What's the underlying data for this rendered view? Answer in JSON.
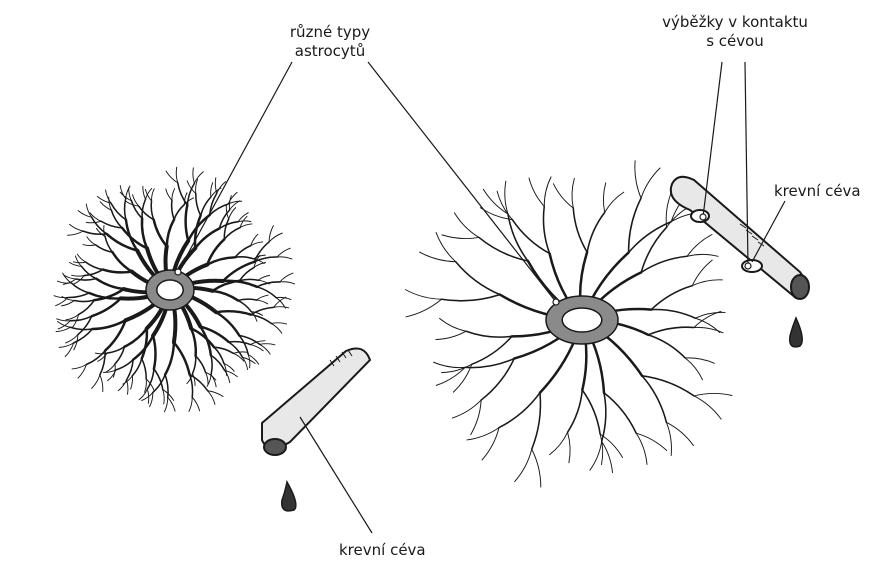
{
  "labels": {
    "astrocyte_types": [
      "různé typy",
      "astrocytů"
    ],
    "endfeet_contact": [
      "výběžky v kontaktu",
      "s cévou"
    ],
    "blood_vessel_right": "krevní céva",
    "blood_vessel_bottom": "krevní céva"
  },
  "colors": {
    "ink": "#1a1a1a",
    "vessel_fill": "#e6e6e6",
    "soma_fill": "#8a8a8a"
  }
}
